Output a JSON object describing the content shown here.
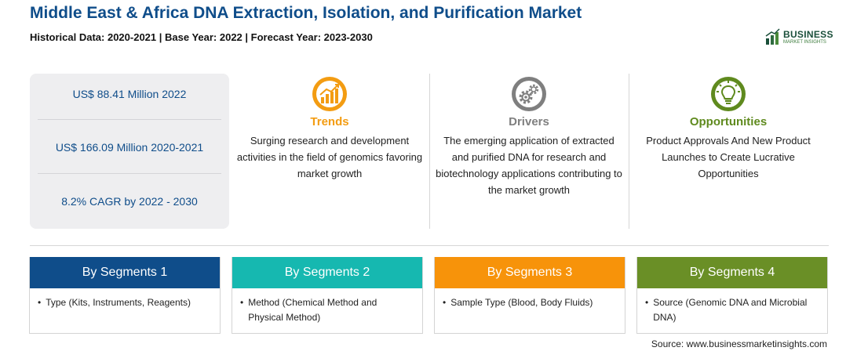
{
  "header": {
    "title": "Middle East & Africa DNA Extraction, Isolation, and Purification Market",
    "subtitle": "Historical Data: 2020-2021 | Base Year: 2022 | Forecast Year: 2023-2030"
  },
  "logo": {
    "main": "BUSINESS",
    "sub": "MARKET INSIGHTS",
    "icon": "growth-bars-logo-icon",
    "color": "#1a4f3a"
  },
  "stats": [
    {
      "label": "US$ 88.41 Million 2022"
    },
    {
      "label": "US$ 166.09 Million 2020-2021"
    },
    {
      "label": "8.2% CAGR by 2022 - 2030"
    }
  ],
  "columns": [
    {
      "heading": "Trends",
      "text": "Surging research and development activities in the field of genomics favoring market growth",
      "icon": "trend-chart-icon",
      "color": "#f39c12"
    },
    {
      "heading": "Drivers",
      "text": "The emerging application of extracted and purified DNA for research and biotechnology applications contributing to the market growth",
      "icon": "gears-icon",
      "color": "#7f7f7f"
    },
    {
      "heading": "Opportunities",
      "text": "Product Approvals And New Product Launches to Create Lucrative Opportunities",
      "icon": "lightbulb-icon",
      "color": "#5f8a1e"
    }
  ],
  "segments": [
    {
      "title": "By Segments 1",
      "bullet": "•",
      "item": "Type (Kits, Instruments, Reagents)",
      "color": "#0f4d8a"
    },
    {
      "title": "By Segments 2",
      "bullet": "•",
      "item": "Method (Chemical Method and Physical Method)",
      "color": "#16b8b0"
    },
    {
      "title": "By Segments 3",
      "bullet": "•",
      "item": "Sample Type (Blood, Body Fluids)",
      "color": "#f7930a"
    },
    {
      "title": "By Segments 4",
      "bullet": "•",
      "item": "Source (Genomic DNA and Microbial DNA)",
      "color": "#6a8f26"
    }
  ],
  "source": "Source: www.businessmarketinsights.com"
}
